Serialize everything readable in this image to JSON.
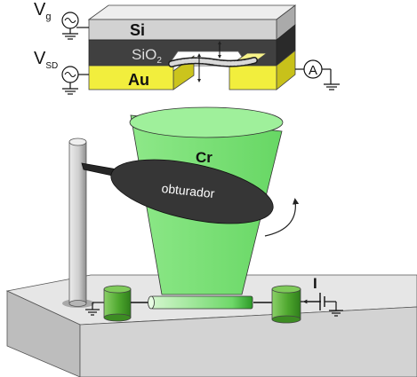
{
  "top_device": {
    "gate_voltage": {
      "symbol": "V",
      "subscript": "g"
    },
    "source_drain_voltage": {
      "symbol": "V",
      "subscript": "SD"
    },
    "layers": {
      "silicon": "Si",
      "oxide": {
        "base": "SiO",
        "subscript": "2"
      },
      "gold": "Au"
    },
    "ammeter": "A"
  },
  "bottom_setup": {
    "source_label": "Cr",
    "shutter_label": "obturador",
    "current_label": "I"
  },
  "colors": {
    "silicon": "#d4d4d4",
    "oxide": "#3f3f3f",
    "gold": "#f2ee3d",
    "beam": "#8ff08c",
    "shutter": "#333333",
    "base": "#dbdbdb",
    "pad": "#4fa62f"
  }
}
